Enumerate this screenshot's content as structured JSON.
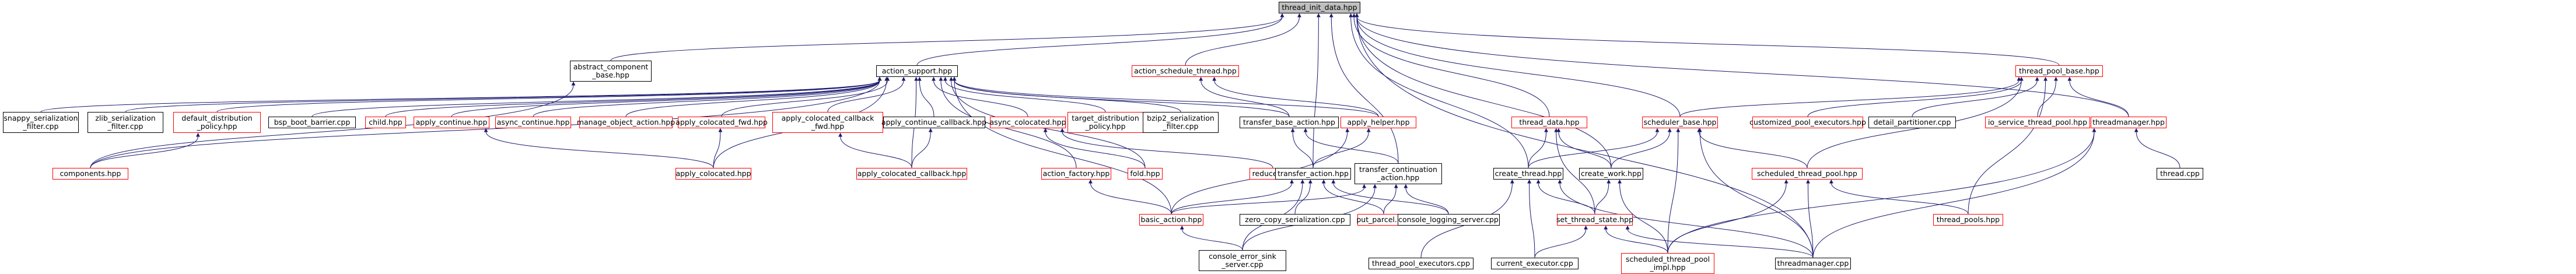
{
  "diagram": {
    "title": "",
    "edge_color_default": "#191970",
    "edge_color_alt": "#1a1a1a",
    "node_border_normal": "#000000",
    "node_border_truncated": "#ff0000",
    "root_fill": "#bfbfbf",
    "nodes": [
      {
        "id": "thread_init_data",
        "lines": [
          "thread_init_data.hpp"
        ],
        "style": "root"
      },
      {
        "id": "abstract_component_base",
        "lines": [
          "abstract_component",
          "_base.hpp"
        ],
        "style": "normal"
      },
      {
        "id": "action_support",
        "lines": [
          "action_support.hpp"
        ],
        "style": "normal"
      },
      {
        "id": "action_schedule_thread",
        "lines": [
          "action_schedule_thread.hpp"
        ],
        "style": "truncated"
      },
      {
        "id": "thread_pool_base",
        "lines": [
          "thread_pool_base.hpp"
        ],
        "style": "truncated"
      },
      {
        "id": "snappy",
        "lines": [
          "snappy_serialization",
          "_filter.cpp"
        ],
        "style": "normal"
      },
      {
        "id": "zlib",
        "lines": [
          "zlib_serialization",
          "_filter.cpp"
        ],
        "style": "normal"
      },
      {
        "id": "default_distribution",
        "lines": [
          "default_distribution",
          "_policy.hpp"
        ],
        "style": "truncated"
      },
      {
        "id": "bsp_barrier",
        "lines": [
          "bsp_boot_barrier.cpp"
        ],
        "style": "normal"
      },
      {
        "id": "child",
        "lines": [
          "child.hpp"
        ],
        "style": "truncated"
      },
      {
        "id": "apply_continue",
        "lines": [
          "apply_continue.hpp"
        ],
        "style": "truncated"
      },
      {
        "id": "async_continue",
        "lines": [
          "async_continue.hpp"
        ],
        "style": "truncated"
      },
      {
        "id": "manage_object_action",
        "lines": [
          "manage_object_action.hpp"
        ],
        "style": "truncated"
      },
      {
        "id": "apply_colocated_fwd",
        "lines": [
          "apply_colocated_fwd.hpp"
        ],
        "style": "truncated"
      },
      {
        "id": "apply_colocated_callback_fwd",
        "lines": [
          "apply_colocated_callback",
          "_fwd.hpp"
        ],
        "style": "truncated"
      },
      {
        "id": "apply_continue_callback",
        "lines": [
          "apply_continue_callback.hpp"
        ],
        "style": "normal"
      },
      {
        "id": "async_colocated",
        "lines": [
          "async_colocated.hpp"
        ],
        "style": "truncated"
      },
      {
        "id": "target_distribution_policy",
        "lines": [
          "target_distribution",
          "_policy.hpp"
        ],
        "style": "truncated"
      },
      {
        "id": "bzip2",
        "lines": [
          "bzip2_serialization",
          "_filter.cpp"
        ],
        "style": "normal"
      },
      {
        "id": "transfer_base_action",
        "lines": [
          "transfer_base_action.hpp"
        ],
        "style": "normal"
      },
      {
        "id": "apply_helper",
        "lines": [
          "apply_helper.hpp"
        ],
        "style": "truncated"
      },
      {
        "id": "thread_data",
        "lines": [
          "thread_data.hpp"
        ],
        "style": "truncated"
      },
      {
        "id": "scheduler_base",
        "lines": [
          "scheduler_base.hpp"
        ],
        "style": "truncated"
      },
      {
        "id": "customized_pool_executors",
        "lines": [
          "customized_pool_executors.hpp"
        ],
        "style": "truncated"
      },
      {
        "id": "detail_partitioner",
        "lines": [
          "detail_partitioner.cpp"
        ],
        "style": "normal"
      },
      {
        "id": "io_service_thread_pool",
        "lines": [
          "io_service_thread_pool.hpp"
        ],
        "style": "truncated"
      },
      {
        "id": "threadmanager_hpp",
        "lines": [
          "threadmanager.hpp"
        ],
        "style": "truncated"
      },
      {
        "id": "components",
        "lines": [
          "components.hpp"
        ],
        "style": "truncated"
      },
      {
        "id": "apply_colocated",
        "lines": [
          "apply_colocated.hpp"
        ],
        "style": "truncated"
      },
      {
        "id": "apply_colocated_callback",
        "lines": [
          "apply_colocated_callback.hpp"
        ],
        "style": "truncated"
      },
      {
        "id": "action_factory",
        "lines": [
          "action_factory.hpp"
        ],
        "style": "truncated"
      },
      {
        "id": "fold",
        "lines": [
          "fold.hpp"
        ],
        "style": "truncated"
      },
      {
        "id": "reduce",
        "lines": [
          "reduce.hpp"
        ],
        "style": "truncated"
      },
      {
        "id": "transfer_action",
        "lines": [
          "transfer_action.hpp"
        ],
        "style": "normal"
      },
      {
        "id": "transfer_continuation_action",
        "lines": [
          "transfer_continuation",
          "_action.hpp"
        ],
        "style": "normal"
      },
      {
        "id": "create_thread",
        "lines": [
          "create_thread.hpp"
        ],
        "style": "normal"
      },
      {
        "id": "create_work",
        "lines": [
          "create_work.hpp"
        ],
        "style": "normal"
      },
      {
        "id": "scheduled_thread_pool",
        "lines": [
          "scheduled_thread_pool.hpp"
        ],
        "style": "truncated"
      },
      {
        "id": "thread_cpp",
        "lines": [
          "thread.cpp"
        ],
        "style": "normal"
      },
      {
        "id": "basic_action",
        "lines": [
          "basic_action.hpp"
        ],
        "style": "truncated"
      },
      {
        "id": "zero_copy_serialization",
        "lines": [
          "zero_copy_serialization.cpp"
        ],
        "style": "normal"
      },
      {
        "id": "put_parcel",
        "lines": [
          "put_parcel.hpp"
        ],
        "style": "truncated"
      },
      {
        "id": "console_logging_server",
        "lines": [
          "console_logging_server.cpp"
        ],
        "style": "normal"
      },
      {
        "id": "set_thread_state",
        "lines": [
          "set_thread_state.hpp"
        ],
        "style": "truncated"
      },
      {
        "id": "thread_pools",
        "lines": [
          "thread_pools.hpp"
        ],
        "style": "truncated"
      },
      {
        "id": "console_error_sink_server",
        "lines": [
          "console_error_sink",
          "_server.cpp"
        ],
        "style": "normal"
      },
      {
        "id": "thread_pool_executors",
        "lines": [
          "thread_pool_executors.cpp"
        ],
        "style": "normal"
      },
      {
        "id": "current_executor",
        "lines": [
          "current_executor.cpp"
        ],
        "style": "normal"
      },
      {
        "id": "scheduled_thread_pool_impl",
        "lines": [
          "scheduled_thread_pool",
          "_impl.hpp"
        ],
        "style": "truncated"
      },
      {
        "id": "threadmanager_cpp",
        "lines": [
          "threadmanager.cpp"
        ],
        "style": "normal"
      }
    ],
    "edges": [
      [
        "thread_init_data",
        "abstract_component_base"
      ],
      [
        "thread_init_data",
        "action_support"
      ],
      [
        "thread_init_data",
        "action_schedule_thread"
      ],
      [
        "thread_init_data",
        "thread_pool_base"
      ],
      [
        "thread_init_data",
        "thread_data"
      ],
      [
        "thread_init_data",
        "scheduler_base"
      ],
      [
        "thread_init_data",
        "create_thread"
      ],
      [
        "thread_init_data",
        "create_work"
      ],
      [
        "thread_init_data",
        "transfer_continuation_action"
      ],
      [
        "thread_init_data",
        "transfer_action"
      ],
      [
        "thread_init_data",
        "threadmanager_hpp"
      ],
      [
        "thread_init_data",
        "threadmanager_cpp"
      ],
      [
        "abstract_component_base",
        "components"
      ],
      [
        "action_support",
        "snappy"
      ],
      [
        "action_support",
        "zlib"
      ],
      [
        "action_support",
        "default_distribution"
      ],
      [
        "action_support",
        "bsp_barrier"
      ],
      [
        "action_support",
        "child"
      ],
      [
        "action_support",
        "apply_continue"
      ],
      [
        "action_support",
        "async_continue"
      ],
      [
        "action_support",
        "manage_object_action"
      ],
      [
        "action_support",
        "apply_colocated_fwd"
      ],
      [
        "action_support",
        "apply_colocated_callback_fwd"
      ],
      [
        "action_support",
        "apply_continue_callback"
      ],
      [
        "action_support",
        "async_colocated"
      ],
      [
        "action_support",
        "target_distribution_policy"
      ],
      [
        "action_support",
        "bzip2"
      ],
      [
        "action_support",
        "apply_helper"
      ],
      [
        "action_support",
        "transfer_base_action"
      ],
      [
        "action_support",
        "apply_colocated"
      ],
      [
        "action_support",
        "apply_colocated_callback"
      ],
      [
        "action_support",
        "action_factory"
      ],
      [
        "action_support",
        "fold"
      ],
      [
        "action_support",
        "basic_action"
      ],
      [
        "action_support",
        "components"
      ],
      [
        "default_distribution",
        "components"
      ],
      [
        "apply_continue",
        "apply_colocated"
      ],
      [
        "apply_colocated_fwd",
        "apply_colocated"
      ],
      [
        "apply_colocated_callback_fwd",
        "apply_colocated_callback"
      ],
      [
        "apply_continue_callback",
        "apply_colocated_callback"
      ],
      [
        "async_colocated",
        "fold"
      ],
      [
        "async_colocated",
        "reduce"
      ],
      [
        "action_schedule_thread",
        "transfer_base_action"
      ],
      [
        "action_schedule_thread",
        "apply_helper"
      ],
      [
        "transfer_base_action",
        "transfer_action"
      ],
      [
        "transfer_base_action",
        "transfer_continuation_action"
      ],
      [
        "apply_helper",
        "transfer_action"
      ],
      [
        "apply_helper",
        "basic_action"
      ],
      [
        "action_factory",
        "basic_action"
      ],
      [
        "transfer_action",
        "basic_action"
      ],
      [
        "transfer_action",
        "zero_copy_serialization"
      ],
      [
        "transfer_action",
        "put_parcel"
      ],
      [
        "transfer_action",
        "console_logging_server"
      ],
      [
        "transfer_action",
        "console_error_sink_server"
      ],
      [
        "transfer_continuation_action",
        "basic_action"
      ],
      [
        "transfer_continuation_action",
        "put_parcel"
      ],
      [
        "transfer_continuation_action",
        "console_logging_server"
      ],
      [
        "transfer_continuation_action",
        "console_error_sink_server"
      ],
      [
        "basic_action",
        "console_error_sink_server"
      ],
      [
        "thread_pool_base",
        "scheduler_base"
      ],
      [
        "thread_pool_base",
        "customized_pool_executors"
      ],
      [
        "thread_pool_base",
        "detail_partitioner"
      ],
      [
        "thread_pool_base",
        "io_service_thread_pool"
      ],
      [
        "thread_pool_base",
        "threadmanager_hpp"
      ],
      [
        "thread_pool_base",
        "scheduled_thread_pool"
      ],
      [
        "thread_pool_base",
        "thread_pools"
      ],
      [
        "thread_data",
        "create_thread"
      ],
      [
        "thread_data",
        "create_work"
      ],
      [
        "thread_data",
        "set_thread_state"
      ],
      [
        "scheduler_base",
        "create_thread"
      ],
      [
        "scheduler_base",
        "create_work"
      ],
      [
        "scheduler_base",
        "scheduled_thread_pool"
      ],
      [
        "scheduler_base",
        "scheduled_thread_pool_impl"
      ],
      [
        "scheduler_base",
        "threadmanager_cpp"
      ],
      [
        "threadmanager_hpp",
        "thread_cpp"
      ],
      [
        "threadmanager_hpp",
        "scheduled_thread_pool_impl"
      ],
      [
        "threadmanager_hpp",
        "threadmanager_cpp"
      ],
      [
        "create_thread",
        "set_thread_state"
      ],
      [
        "create_thread",
        "thread_pool_executors"
      ],
      [
        "create_thread",
        "current_executor"
      ],
      [
        "create_thread",
        "threadmanager_cpp"
      ],
      [
        "create_work",
        "set_thread_state"
      ],
      [
        "create_work",
        "scheduled_thread_pool_impl"
      ],
      [
        "set_thread_state",
        "current_executor"
      ],
      [
        "set_thread_state",
        "scheduled_thread_pool_impl"
      ],
      [
        "set_thread_state",
        "threadmanager_cpp"
      ],
      [
        "scheduled_thread_pool",
        "thread_pools"
      ],
      [
        "scheduled_thread_pool",
        "scheduled_thread_pool_impl"
      ],
      [
        "scheduled_thread_pool",
        "threadmanager_cpp"
      ]
    ]
  }
}
